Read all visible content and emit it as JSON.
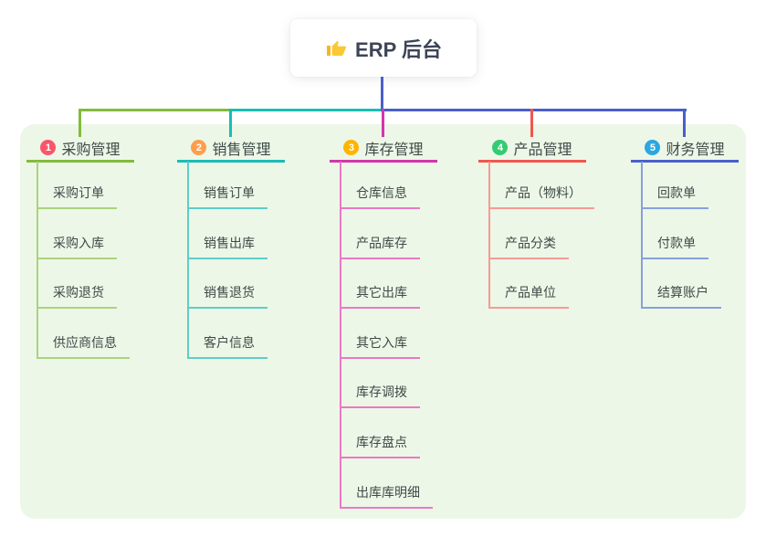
{
  "root": {
    "title": "ERP 后台",
    "icon": "thumbs-up-icon",
    "icon_color": "#f5b81c"
  },
  "colors": {
    "stem_blue": "#4a5fc9",
    "panel_background": "#edf7e8",
    "text_dark": "#3e4b47",
    "root_text": "#3c4457"
  },
  "branches": [
    {
      "number": "1",
      "title": "采购管理",
      "badge_color": "#f9566b",
      "line_color": "#82bb3d",
      "child_line_color": "#abd37f",
      "children": [
        "采购订单",
        "采购入库",
        "采购退货",
        "供应商信息"
      ]
    },
    {
      "number": "2",
      "title": "销售管理",
      "badge_color": "#fe9e4d",
      "line_color": "#19bdb4",
      "child_line_color": "#5ecec7",
      "children": [
        "销售订单",
        "销售出库",
        "销售退货",
        "客户信息"
      ]
    },
    {
      "number": "3",
      "title": "库存管理",
      "badge_color": "#feb400",
      "line_color": "#d236ab",
      "child_line_color": "#ea79c5",
      "children": [
        "仓库信息",
        "产品库存",
        "其它出库",
        "其它入库",
        "库存调拨",
        "库存盘点",
        "出库库明细"
      ]
    },
    {
      "number": "4",
      "title": "产品管理",
      "badge_color": "#35cb73",
      "line_color": "#f1564f",
      "child_line_color": "#f79a94",
      "children": [
        "产品（物料）",
        "产品分类",
        "产品单位"
      ]
    },
    {
      "number": "5",
      "title": "财务管理",
      "badge_color": "#2ba7e0",
      "line_color": "#4a5fc9",
      "child_line_color": "#87a0dc",
      "children": [
        "回款单",
        "付款单",
        "结算账户"
      ]
    }
  ]
}
